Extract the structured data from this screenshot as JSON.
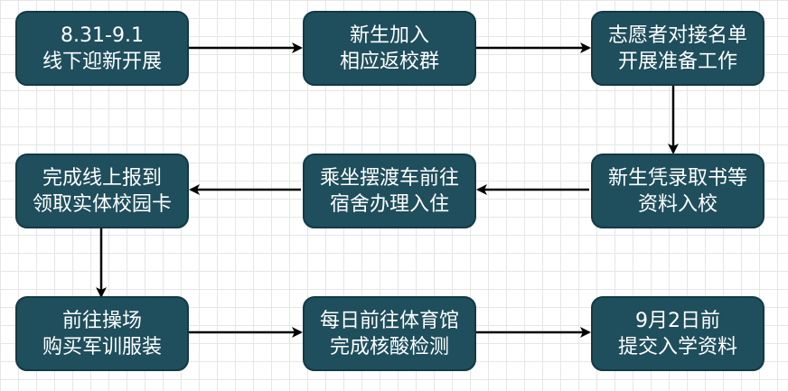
{
  "diagram": {
    "nodes": [
      {
        "id": "n1",
        "lines": [
          "8.31-9.1",
          "线下迎新开展"
        ]
      },
      {
        "id": "n2",
        "lines": [
          "新生加入",
          "相应返校群"
        ]
      },
      {
        "id": "n3",
        "lines": [
          "志愿者对接名单",
          "开展准备工作"
        ]
      },
      {
        "id": "n4",
        "lines": [
          "新生凭录取书等",
          "资料入校"
        ]
      },
      {
        "id": "n5",
        "lines": [
          "乘坐摆渡车前往",
          "宿舍办理入住"
        ]
      },
      {
        "id": "n6",
        "lines": [
          "完成线上报到",
          "领取实体校园卡"
        ]
      },
      {
        "id": "n7",
        "lines": [
          "前往操场",
          "购买军训服装"
        ]
      },
      {
        "id": "n8",
        "lines": [
          "每日前往体育馆",
          "完成核酸检测"
        ]
      },
      {
        "id": "n9",
        "lines": [
          "9月2日前",
          "提交入学资料"
        ]
      }
    ],
    "edges": [
      {
        "from": "n1",
        "to": "n2"
      },
      {
        "from": "n2",
        "to": "n3"
      },
      {
        "from": "n3",
        "to": "n4"
      },
      {
        "from": "n4",
        "to": "n5"
      },
      {
        "from": "n5",
        "to": "n6"
      },
      {
        "from": "n6",
        "to": "n7"
      },
      {
        "from": "n7",
        "to": "n8"
      },
      {
        "from": "n8",
        "to": "n9"
      }
    ],
    "colors": {
      "node_fill": "#1f4e5c",
      "node_border": "#123a45",
      "text": "#ffffff",
      "arrow": "#000000",
      "grid": "#e6e6e6"
    }
  }
}
